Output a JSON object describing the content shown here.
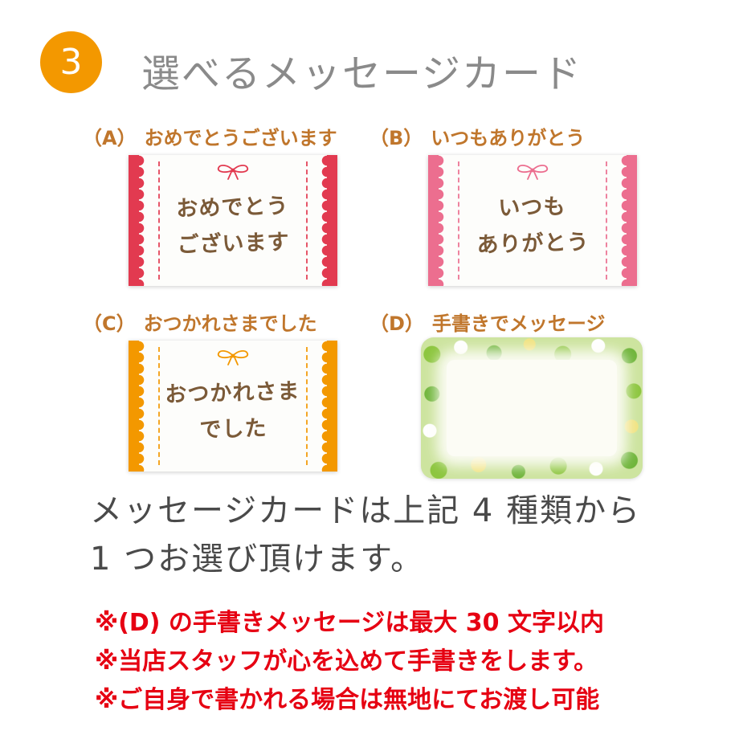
{
  "header": {
    "step_number": "3",
    "title": "選べるメッセージカード"
  },
  "cards": [
    {
      "prefix": "（A）",
      "label": "おめでとうございます",
      "message_line1": "おめでとう",
      "message_line2": "ございます",
      "accent_color": "#e23a50"
    },
    {
      "prefix": "（B）",
      "label": "いつもありがとう",
      "message_line1": "いつも",
      "message_line2": "ありがとう",
      "accent_color": "#ec6e8f"
    },
    {
      "prefix": "（C）",
      "label": "おつかれさまでした",
      "message_line1": "おつかれさま",
      "message_line2": "でした",
      "accent_color": "#f39800"
    },
    {
      "prefix": "（D）",
      "label": "手書きでメッセージ",
      "message_line1": "",
      "message_line2": "",
      "accent_color": "#8dc63f"
    }
  ],
  "description": [
    "メッセージカードは上記 4 種類から",
    "1 つお選び頂けます。"
  ],
  "notes": [
    "※(D) の手書きメッセージは最大 30 文字以内",
    "※当店スタッフが心を込めて手書きをします。",
    "※ご自身で書かれる場合は無地にてお渡し可能"
  ],
  "colors": {
    "step_badge_orange": "#f39800",
    "title_gray": "#8a8a8a",
    "label_brown": "#c0762c",
    "handwriting_brown": "#7b5a38",
    "note_red": "#e60012",
    "clover_green": "#8dc63f"
  }
}
